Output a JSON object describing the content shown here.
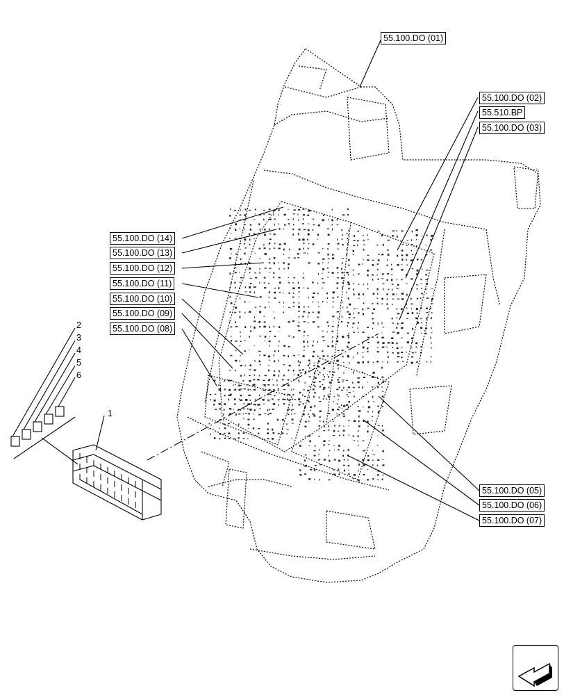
{
  "references": {
    "r01": "55.100.DO (01)",
    "r02": "55.100.DO (02)",
    "r_bp": "55.510.BP",
    "r03": "55.100.DO (03)",
    "r14": "55.100.DO (14)",
    "r13": "55.100.DO (13)",
    "r12": "55.100.DO (12)",
    "r11": "55.100.DO (11)",
    "r10": "55.100.DO (10)",
    "r09": "55.100.DO (09)",
    "r08": "55.100.DO (08)",
    "r05": "55.100.DO (05)",
    "r06": "55.100.DO (06)",
    "r07": "55.100.DO (07)"
  },
  "callouts": {
    "c1": "1",
    "c2": "2",
    "c3": "3",
    "c4": "4",
    "c5": "5",
    "c6": "6"
  },
  "navigation": {
    "icon": "next-page-arrow-icon"
  }
}
